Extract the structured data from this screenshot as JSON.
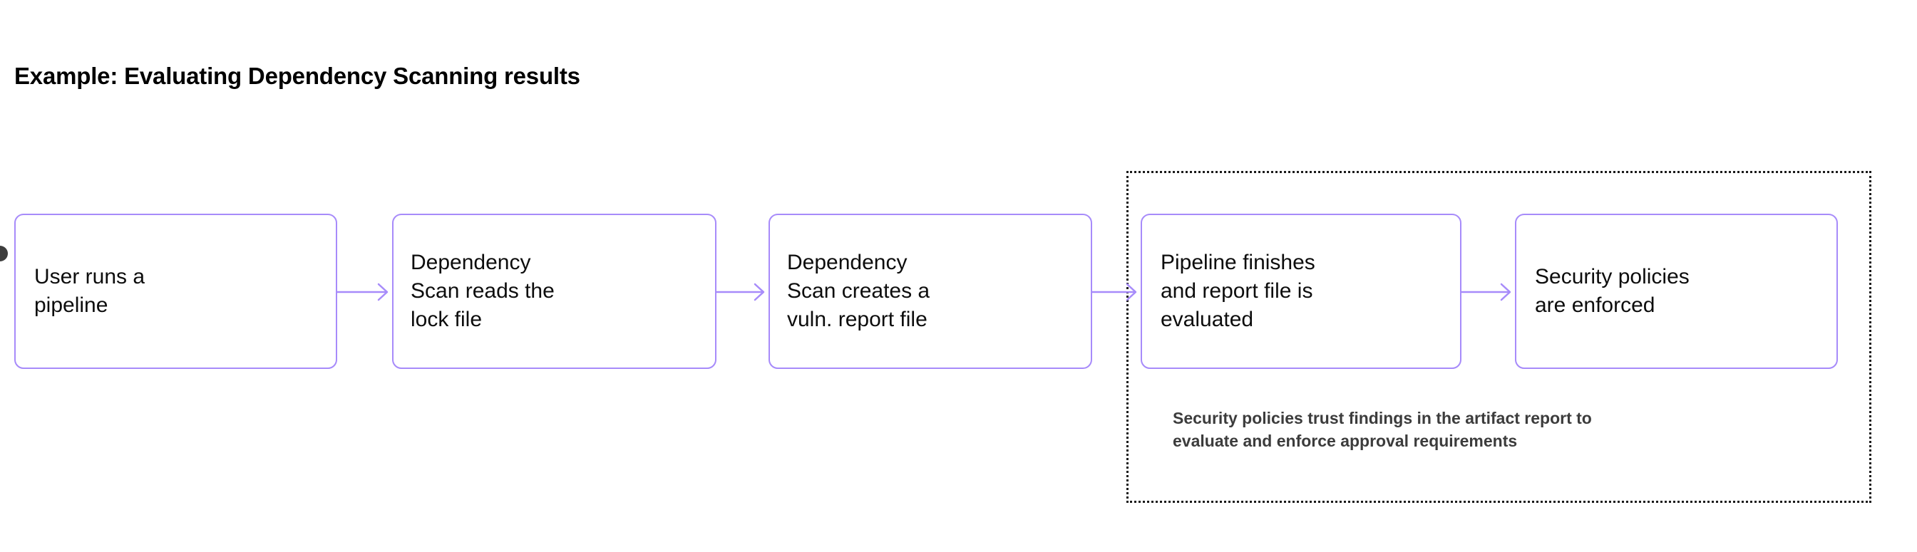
{
  "diagram": {
    "title": "Example: Evaluating Dependency Scanning results",
    "type": "flowchart",
    "orientation": "left-to-right",
    "colors": {
      "node_border": "#a78bfa",
      "node_background": "#ffffff",
      "arrow": "#a78bfa",
      "group_border": "#1a1a1a",
      "title_text": "#000000",
      "node_text": "#0d0d0d",
      "caption_text": "#3c3c3c",
      "handle": "#3d3d3d",
      "canvas_background": "#ffffff"
    },
    "nodes": [
      {
        "id": "node-1",
        "label": "User runs a\npipeline",
        "lines": [
          "User runs a",
          "pipeline"
        ]
      },
      {
        "id": "node-2",
        "label": "Dependency\nScan reads the\nlock file",
        "lines": [
          "Dependency",
          "Scan reads the",
          "lock file"
        ]
      },
      {
        "id": "node-3",
        "label": "Dependency\nScan creates a\nvuln. report file",
        "lines": [
          "Dependency",
          "Scan creates a",
          "vuln. report file"
        ]
      },
      {
        "id": "node-4",
        "label": "Pipeline finishes\nand report file is\nevaluated",
        "lines": [
          "Pipeline finishes",
          "and report file is",
          "evaluated"
        ]
      },
      {
        "id": "node-5",
        "label": "Security policies\nare enforced",
        "lines": [
          "Security policies",
          "are enforced"
        ]
      }
    ],
    "edges": [
      {
        "id": "arrow-1",
        "from": "node-1",
        "to": "node-2",
        "style": "solid-arrow"
      },
      {
        "id": "arrow-2",
        "from": "node-2",
        "to": "node-3",
        "style": "solid-arrow"
      },
      {
        "id": "arrow-3",
        "from": "node-3",
        "to": "node-4",
        "style": "solid-arrow"
      },
      {
        "id": "arrow-4",
        "from": "node-4",
        "to": "node-5",
        "style": "solid-arrow"
      }
    ],
    "group": {
      "id": "policy-group",
      "border_style": "dotted",
      "contains": [
        "node-4",
        "node-5"
      ],
      "caption_lines": [
        "Security policies trust findings in the artifact report to",
        "evaluate and enforce approval requirements"
      ],
      "caption": "Security policies trust findings in the artifact report to evaluate and enforce approval requirements"
    },
    "entry_handle": {
      "id": "entry-handle",
      "shape": "circle",
      "state": "clipped-at-left-edge"
    }
  }
}
